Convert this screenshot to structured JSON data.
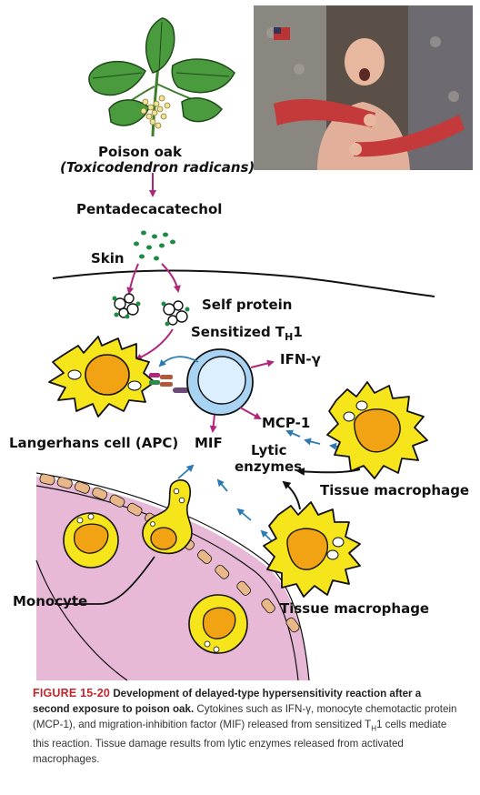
{
  "labels": {
    "poison_oak": "Poison oak",
    "species": "(Toxicodendron radicans)",
    "pentadecacatechol": "Pentadecacatechol",
    "skin": "Skin",
    "self_protein": "Self protein",
    "sensitized_th1_prefix": "Sensitized T",
    "sensitized_th1_sub": "H",
    "sensitized_th1_suffix": "1",
    "ifn_gamma": "IFN-γ",
    "mcp1": "MCP-1",
    "langerhans": "Langerhans cell (APC)",
    "mif": "MIF",
    "lytic_line1": "Lytic",
    "lytic_line2": "enzymes",
    "tissue_macrophage_1": "Tissue macrophage",
    "tissue_macrophage_2": "Tissue macrophage",
    "monocyte": "Monocyte"
  },
  "caption": {
    "figure_number": "FIGURE 15-20",
    "heading": "Development of delayed-type hypersensitivity reaction after a second exposure to poison oak.",
    "body_part1": "Cytokines such as IFN-γ, monocyte chemotactic protein (MCP-1), and migration-inhibition factor (MIF) released from sensitized T",
    "body_sub": "H",
    "body_part2": "1 cells mediate this reaction. Tissue damage results from lytic enzymes released from activated macrophages."
  },
  "colors": {
    "magenta_arrow": "#b0267a",
    "blue_arrow": "#2b7ab3",
    "cell_yellow": "#f7e51c",
    "nucleus_orange": "#f2a314",
    "vessel_pink": "#e7b9d6",
    "endothelium": "#e8b889",
    "th1_blue": "#a9d3f2",
    "caption_red": "#c4262e",
    "leaf_green": "#3f8f3a",
    "dot_green": "#1e8a46"
  },
  "icons": [
    "poison-oak-plant",
    "patient-photo",
    "langerhans-cell",
    "th1-cell",
    "tissue-macrophage",
    "monocyte",
    "blood-vessel"
  ]
}
